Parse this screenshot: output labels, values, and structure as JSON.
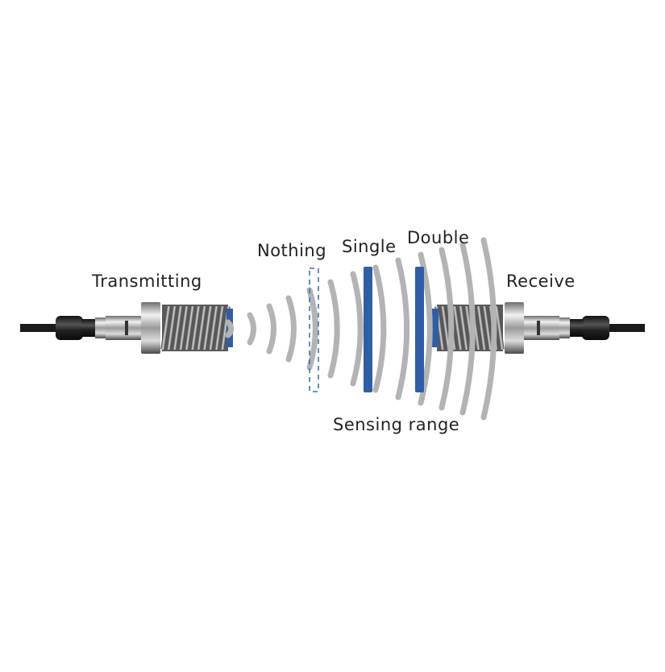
{
  "labels": {
    "transmitter": "Transmitting",
    "receiver": "Receive",
    "nothing": "Nothing",
    "single": "Single",
    "double": "Double",
    "sensing_range": "Sensing range"
  },
  "colors": {
    "wave": "#b3b3b3",
    "sheet": "#2e5ea8",
    "nothing_outline": "#3f6fb5",
    "cable": "#1a1a1a",
    "text": "#222222"
  },
  "icons": {
    "transmitter": "threaded-sensor-icon",
    "receiver": "threaded-sensor-icon"
  }
}
